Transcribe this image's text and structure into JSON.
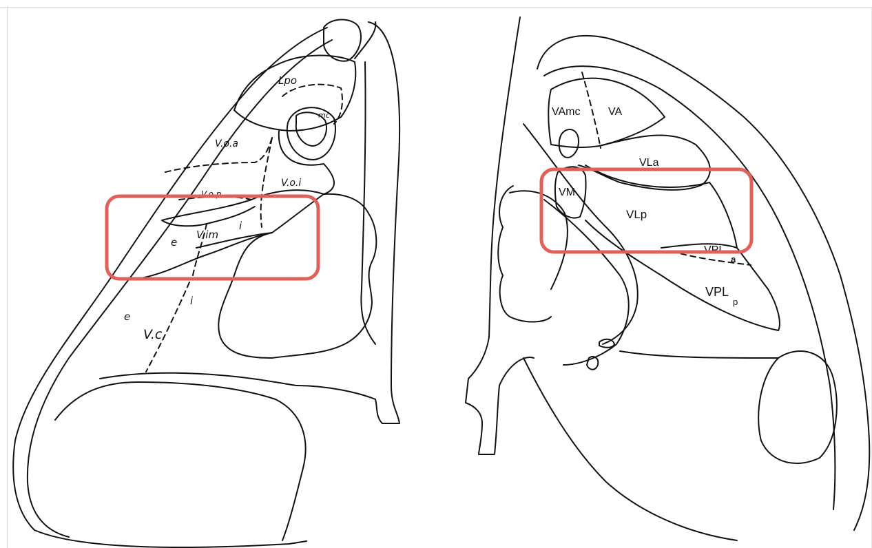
{
  "colors": {
    "line": "#111111",
    "highlight": "#e0605a",
    "background": "#ffffff"
  },
  "left_section": {
    "labels": {
      "lpo": "Lpo",
      "mc": "mc",
      "voa": "V.o.a",
      "vop": "V.o.p",
      "voi": "V.o.i",
      "vim": "V.im",
      "vim_e": "e",
      "vim_i": "i",
      "vc": "V.c",
      "vc_e": "e",
      "vc_i": "i"
    }
  },
  "right_section": {
    "labels": {
      "vamc": "VAmc",
      "va": "VA",
      "vla": "VLa",
      "vm": "VM",
      "vlp": "VLp",
      "vpla": "VPL",
      "vpla_sub": "a",
      "vplp": "VPL",
      "vplp_sub": "p"
    }
  },
  "highlights": [
    "left-highlight-box",
    "right-highlight-box"
  ]
}
